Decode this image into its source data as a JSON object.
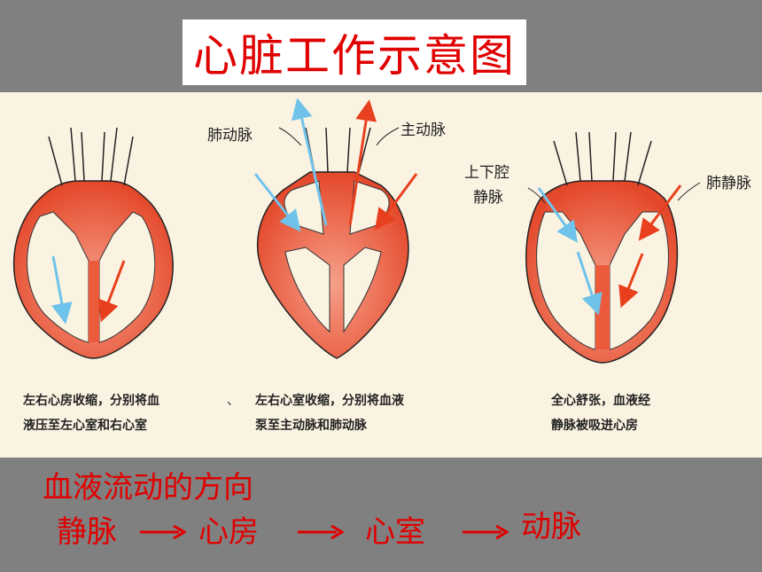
{
  "title": "心脏工作示意图",
  "labels": {
    "pulmonary_artery": "肺动脉",
    "aorta": "主动脉",
    "vena_cava_line1": "上下腔",
    "vena_cava_line2": "静脉",
    "pulmonary_vein": "肺静脉"
  },
  "captions": [
    {
      "line1": "左右心房收缩，分别将血",
      "line2": "液压至左心室和右心室"
    },
    {
      "line1": "左右心室收缩，分别将血液",
      "line2": "泵至主动脉和肺动脉"
    },
    {
      "line1": "全心舒张，血液经",
      "line2": "静脉被吸进心房"
    }
  ],
  "separator_mark": "、",
  "flow": {
    "title": "血液流动的方向",
    "steps": [
      "静脉",
      "心房",
      "心室",
      "动脉"
    ]
  },
  "colors": {
    "accent_red": "#e00000",
    "heart_wall": "#ec5a3c",
    "deoxygenated_arrow": "#6fc3ea",
    "oxygenated_arrow": "#e8401e",
    "panel_bg": "#fbf3e2",
    "page_bg": "#808080"
  }
}
